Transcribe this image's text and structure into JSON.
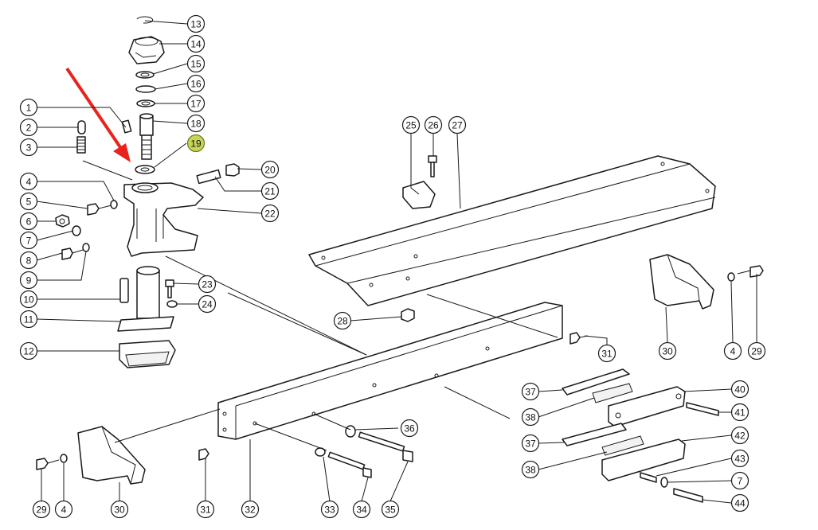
{
  "diagram": {
    "highlight_color": "#c9d35a",
    "arrow_color": "#e8231d",
    "callouts": [
      {
        "id": "c13",
        "label": "13"
      },
      {
        "id": "c14",
        "label": "14"
      },
      {
        "id": "c15",
        "label": "15"
      },
      {
        "id": "c16",
        "label": "16"
      },
      {
        "id": "c17",
        "label": "17"
      },
      {
        "id": "c18",
        "label": "18"
      },
      {
        "id": "c19",
        "label": "19",
        "highlighted": true
      },
      {
        "id": "c20",
        "label": "20"
      },
      {
        "id": "c21",
        "label": "21"
      },
      {
        "id": "c22",
        "label": "22"
      },
      {
        "id": "c1",
        "label": "1"
      },
      {
        "id": "c2",
        "label": "2"
      },
      {
        "id": "c3",
        "label": "3"
      },
      {
        "id": "c4a",
        "label": "4"
      },
      {
        "id": "c5",
        "label": "5"
      },
      {
        "id": "c6",
        "label": "6"
      },
      {
        "id": "c7a",
        "label": "7"
      },
      {
        "id": "c8",
        "label": "8"
      },
      {
        "id": "c9",
        "label": "9"
      },
      {
        "id": "c10",
        "label": "10"
      },
      {
        "id": "c11",
        "label": "11"
      },
      {
        "id": "c12",
        "label": "12"
      },
      {
        "id": "c23",
        "label": "23"
      },
      {
        "id": "c24",
        "label": "24"
      },
      {
        "id": "c25",
        "label": "25"
      },
      {
        "id": "c26",
        "label": "26"
      },
      {
        "id": "c27",
        "label": "27"
      },
      {
        "id": "c28",
        "label": "28"
      },
      {
        "id": "c30a",
        "label": "30"
      },
      {
        "id": "c4b",
        "label": "4"
      },
      {
        "id": "c29a",
        "label": "29"
      },
      {
        "id": "c31a",
        "label": "31"
      },
      {
        "id": "c37a",
        "label": "37"
      },
      {
        "id": "c40",
        "label": "40"
      },
      {
        "id": "c38a",
        "label": "38"
      },
      {
        "id": "c41",
        "label": "41"
      },
      {
        "id": "c37b",
        "label": "37"
      },
      {
        "id": "c42",
        "label": "42"
      },
      {
        "id": "c38b",
        "label": "38"
      },
      {
        "id": "c43",
        "label": "43"
      },
      {
        "id": "c7b",
        "label": "7"
      },
      {
        "id": "c44",
        "label": "44"
      },
      {
        "id": "c36",
        "label": "36"
      },
      {
        "id": "c29b",
        "label": "29"
      },
      {
        "id": "c4c",
        "label": "4"
      },
      {
        "id": "c30b",
        "label": "30"
      },
      {
        "id": "c31b",
        "label": "31"
      },
      {
        "id": "c32",
        "label": "32"
      },
      {
        "id": "c33",
        "label": "33"
      },
      {
        "id": "c34",
        "label": "34"
      },
      {
        "id": "c35",
        "label": "35"
      }
    ]
  }
}
